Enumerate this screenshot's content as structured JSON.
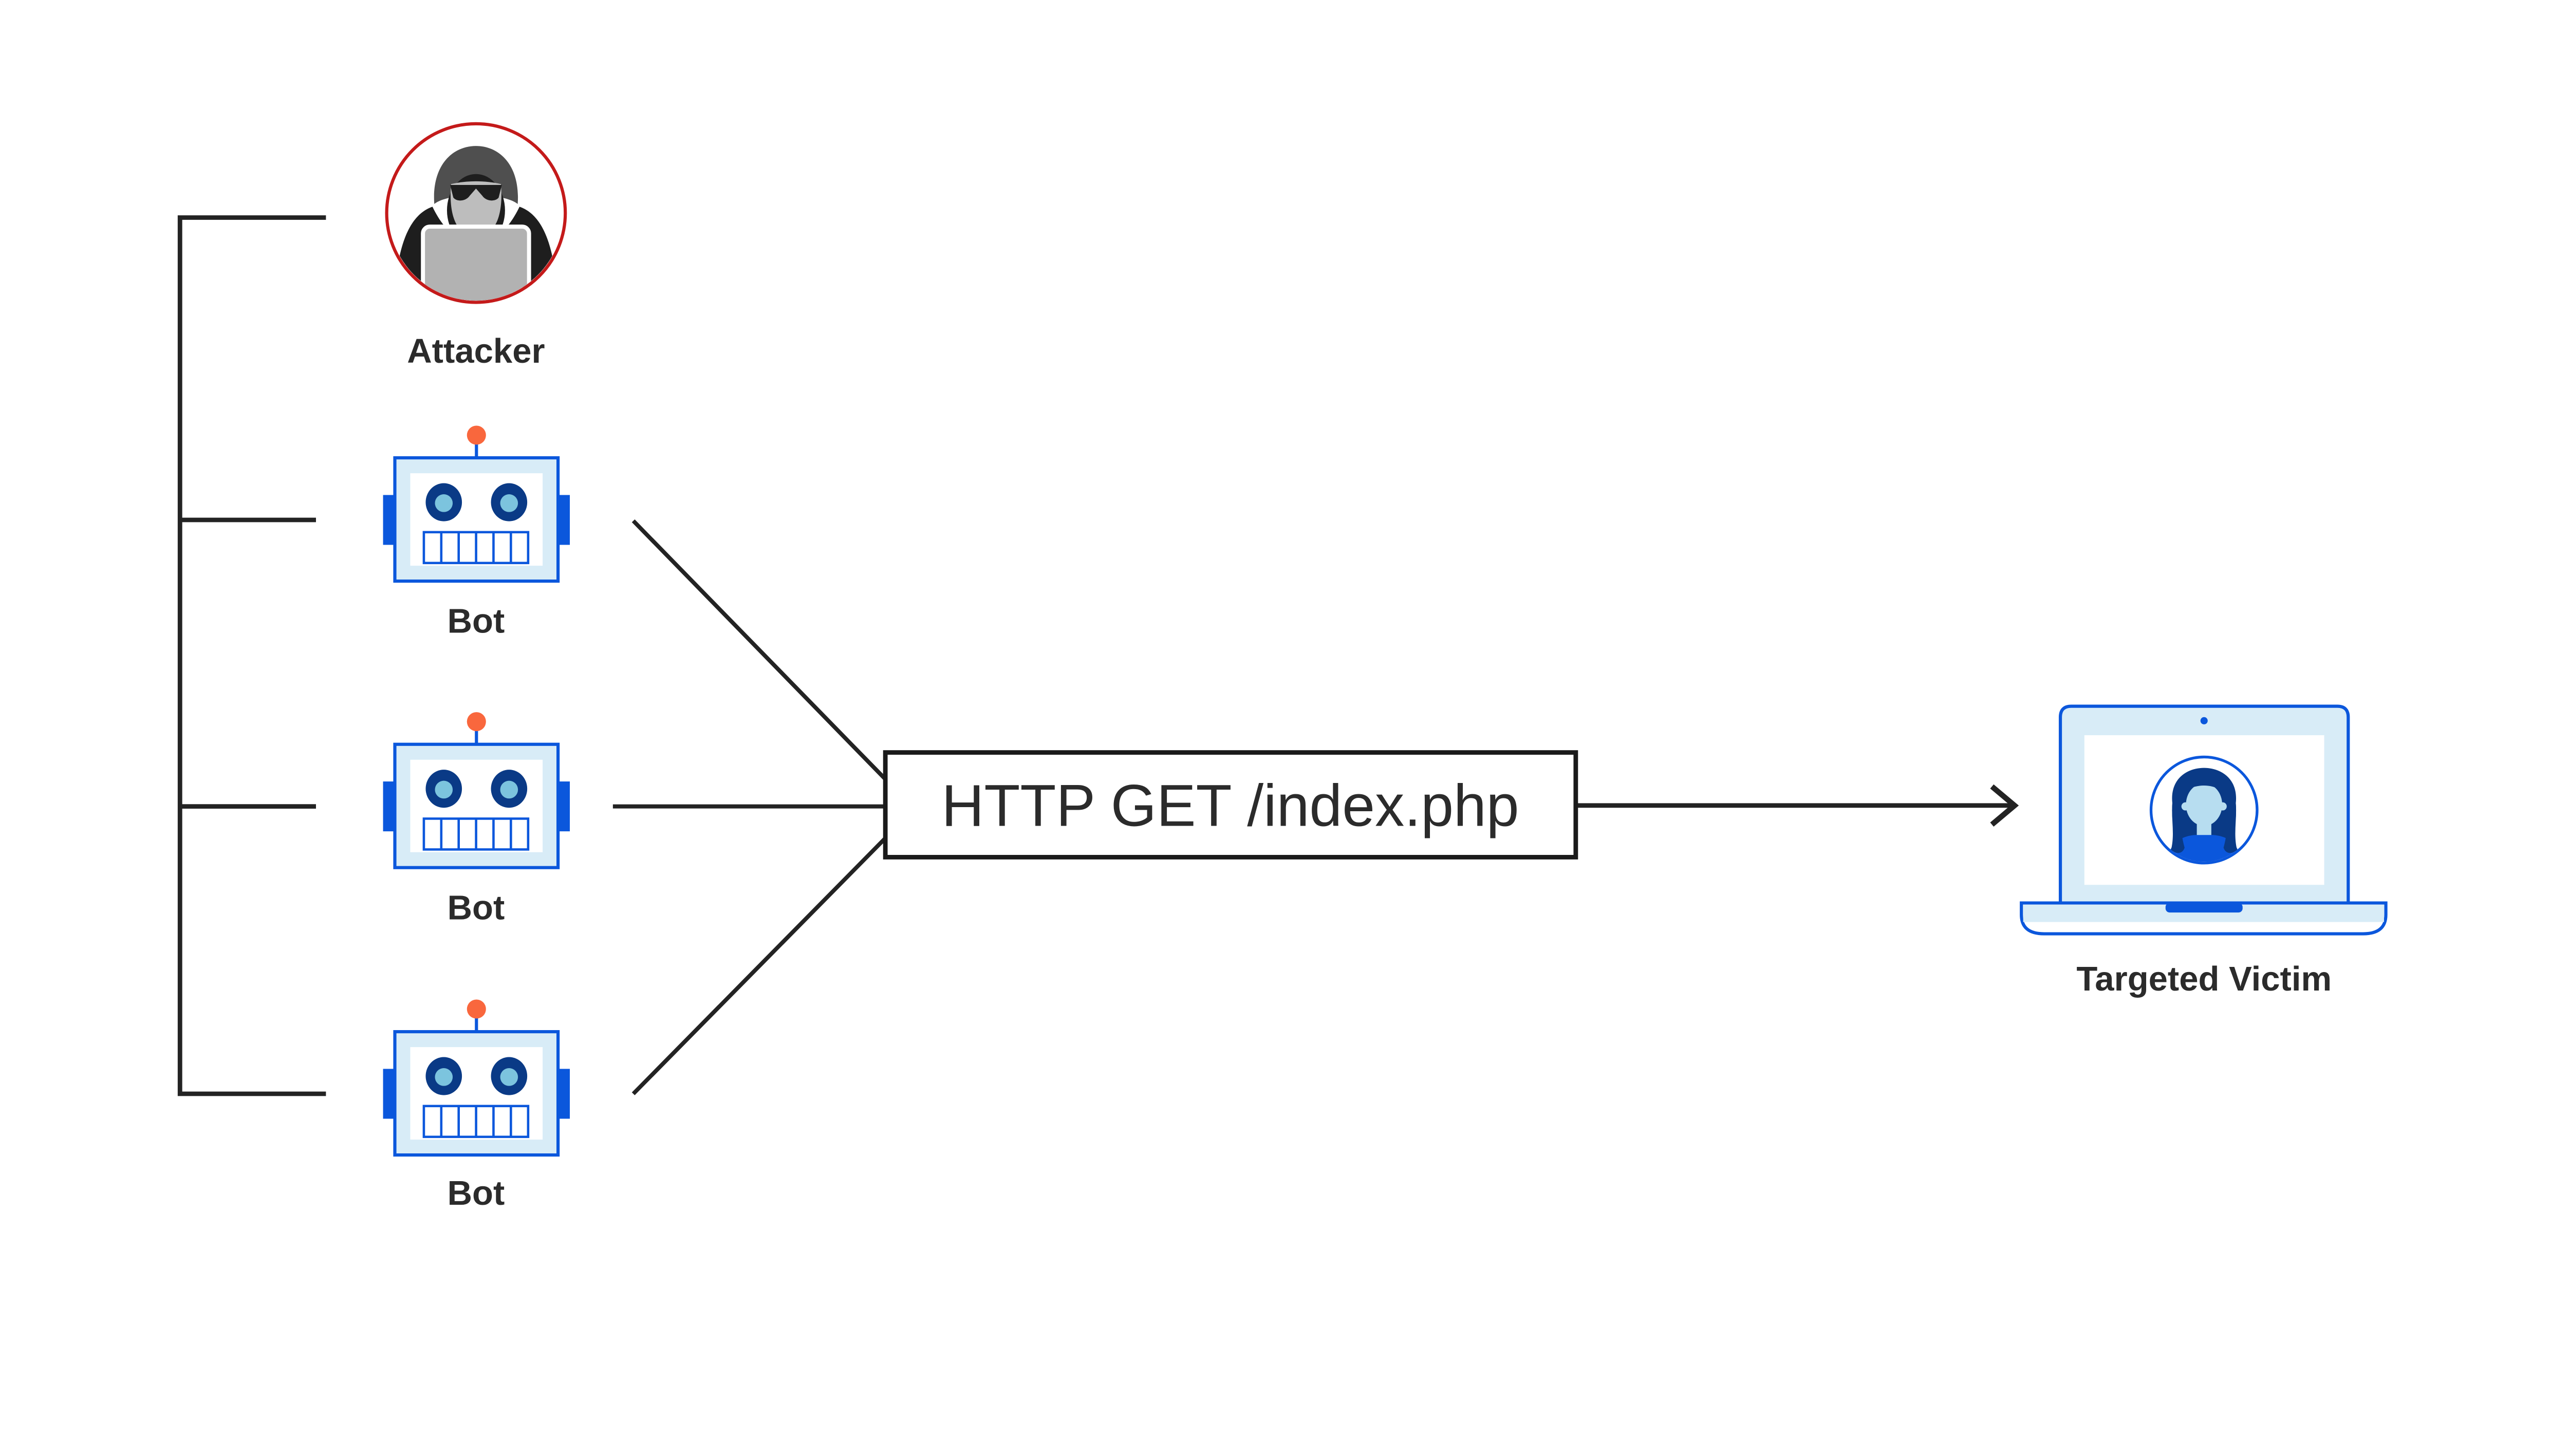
{
  "diagram": {
    "attacker": {
      "label": "Attacker",
      "icon": "hooded-hacker-icon"
    },
    "bots": [
      {
        "label": "Bot",
        "icon": "robot-icon"
      },
      {
        "label": "Bot",
        "icon": "robot-icon"
      },
      {
        "label": "Bot",
        "icon": "robot-icon"
      }
    ],
    "request": {
      "label": "HTTP GET /index.php"
    },
    "victim": {
      "label": "Targeted Victim",
      "icon": "laptop-with-user-icon"
    },
    "colors": {
      "line": "#232323",
      "text": "#2b2b2b",
      "box_border": "#1a1a1a",
      "blue": "#0b57dc",
      "navy": "#0a3a86",
      "sky": "#7cc4de",
      "pale": "#d8ecf7",
      "face_blue": "#b7ddf0",
      "orange": "#f9673d",
      "red": "#c41a1a",
      "hood_dark": "#1e1e1e",
      "hood_light": "#4f4f4f",
      "face_gray": "#bdbdbd",
      "laptop_gray": "#b2b2b2"
    }
  }
}
